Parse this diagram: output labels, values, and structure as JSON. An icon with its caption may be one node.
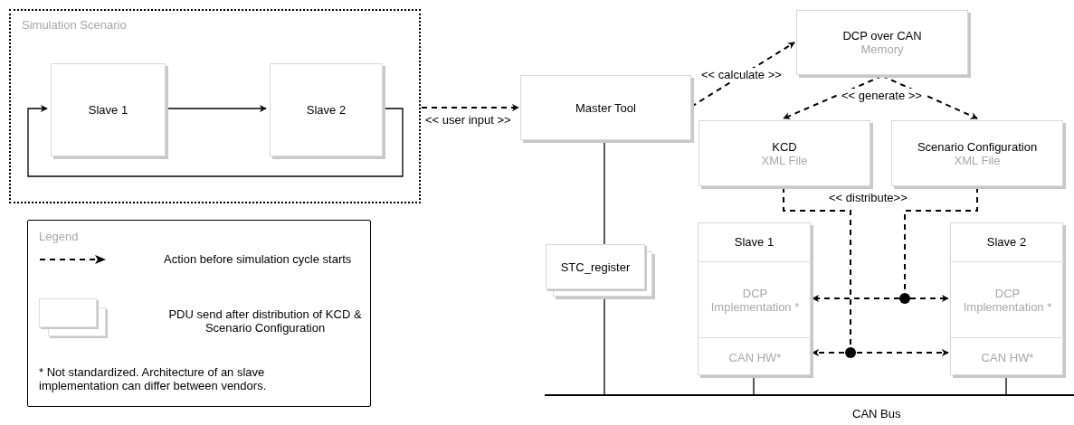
{
  "diagram": {
    "nodes": [
      {
        "text": [
          "Simulation Scenario"
        ]
      },
      {
        "text": [
          "Slave 1"
        ],
        "in": 0
      },
      {
        "text": [
          "Slave 2"
        ],
        "in": 0
      },
      {
        "text": [
          "Master Tool"
        ]
      },
      {
        "text": [
          "DCP over CAN",
          "Memory"
        ]
      },
      {
        "text": [
          "KCD",
          "XML File"
        ]
      },
      {
        "text": [
          "Scenario Configuration",
          "XML File"
        ]
      },
      {
        "text": [
          "STC_register"
        ]
      },
      {
        "text": [
          "Slave 1"
        ]
      },
      {
        "text": [
          "DCP Implementation *"
        ],
        "in": 8
      },
      {
        "text": [
          "CAN HW*"
        ],
        "in": 8
      },
      {
        "text": [
          "Slave 2"
        ]
      },
      {
        "text": [
          "DCP Implementation *"
        ],
        "in": 11
      },
      {
        "text": [
          "CAN HW*"
        ],
        "in": 11
      },
      {
        "text": [
          "CAN Bus"
        ]
      }
    ],
    "edges": [
      {
        "from": 1,
        "to": 2,
        "arrow": "to"
      },
      {
        "from": 2,
        "to": 1,
        "arrow": "to"
      },
      {
        "from": 0,
        "to": 3,
        "arrow": "to",
        "style": "dashed",
        "label": "<< user input >>"
      },
      {
        "from": 3,
        "to": 4,
        "arrow": "to",
        "style": "dashed",
        "label": "<< calculate >>"
      },
      {
        "from": 4,
        "to": 5,
        "arrow": "to",
        "style": "dashed",
        "label": "<< generate >>"
      },
      {
        "from": 4,
        "to": 6,
        "arrow": "to",
        "style": "dashed"
      },
      {
        "from": 5,
        "to": 10,
        "arrow": "to",
        "style": "dashed",
        "label": "<< distribute>>"
      },
      {
        "from": 5,
        "to": 13,
        "arrow": "to",
        "style": "dashed"
      },
      {
        "from": 6,
        "to": 9,
        "arrow": "to",
        "style": "dashed"
      },
      {
        "from": 6,
        "to": 12,
        "arrow": "to",
        "style": "dashed"
      },
      {
        "from": 3,
        "to": 7,
        "arrow": "none"
      },
      {
        "from": 7,
        "to": 14,
        "arrow": "none"
      },
      {
        "from": 10,
        "to": 14,
        "arrow": "none"
      },
      {
        "from": 13,
        "to": 14,
        "arrow": "none"
      }
    ],
    "labels": [
      "Legend",
      "* Not standardized. Architecture of an slave implementation can differ between vendors."
    ],
    "legend": [
      {
        "text": "Action before simulation cycle starts"
      },
      {
        "text": "PDU send after distribution of KCD & Scenario Configuration"
      }
    ]
  }
}
